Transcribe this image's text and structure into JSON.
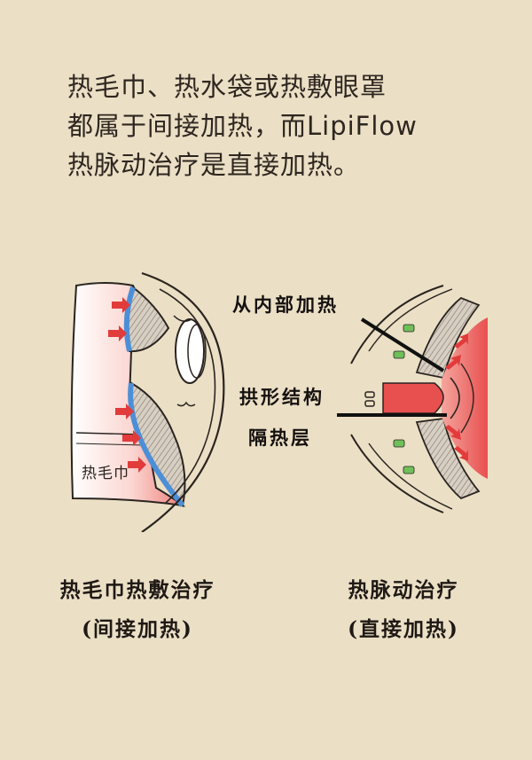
{
  "headline": {
    "lines": [
      "热毛巾、热水袋或热敷眼罩",
      "都属于间接加热，而LipiFlow",
      "热脉动治疗是直接加热。"
    ]
  },
  "left_panel": {
    "towel_label": "热毛巾",
    "caption_line1": "热毛巾热敷治疗",
    "caption_line2": "(间接加热)"
  },
  "right_panel": {
    "callout_inner_heating": "从内部加热",
    "callout_arch_line1": "拱形结构",
    "callout_arch_line2": "隔热层",
    "caption_line1": "热脉动治疗",
    "caption_line2": "(直接加热)"
  },
  "colors": {
    "background": "#ebdfc5",
    "heat_red": "#e23b3b",
    "heat_glow": "#f29a93",
    "lid_blue": "#4d8fd6",
    "insulation_green": "#6fbf5a",
    "outline": "#2a2420"
  }
}
